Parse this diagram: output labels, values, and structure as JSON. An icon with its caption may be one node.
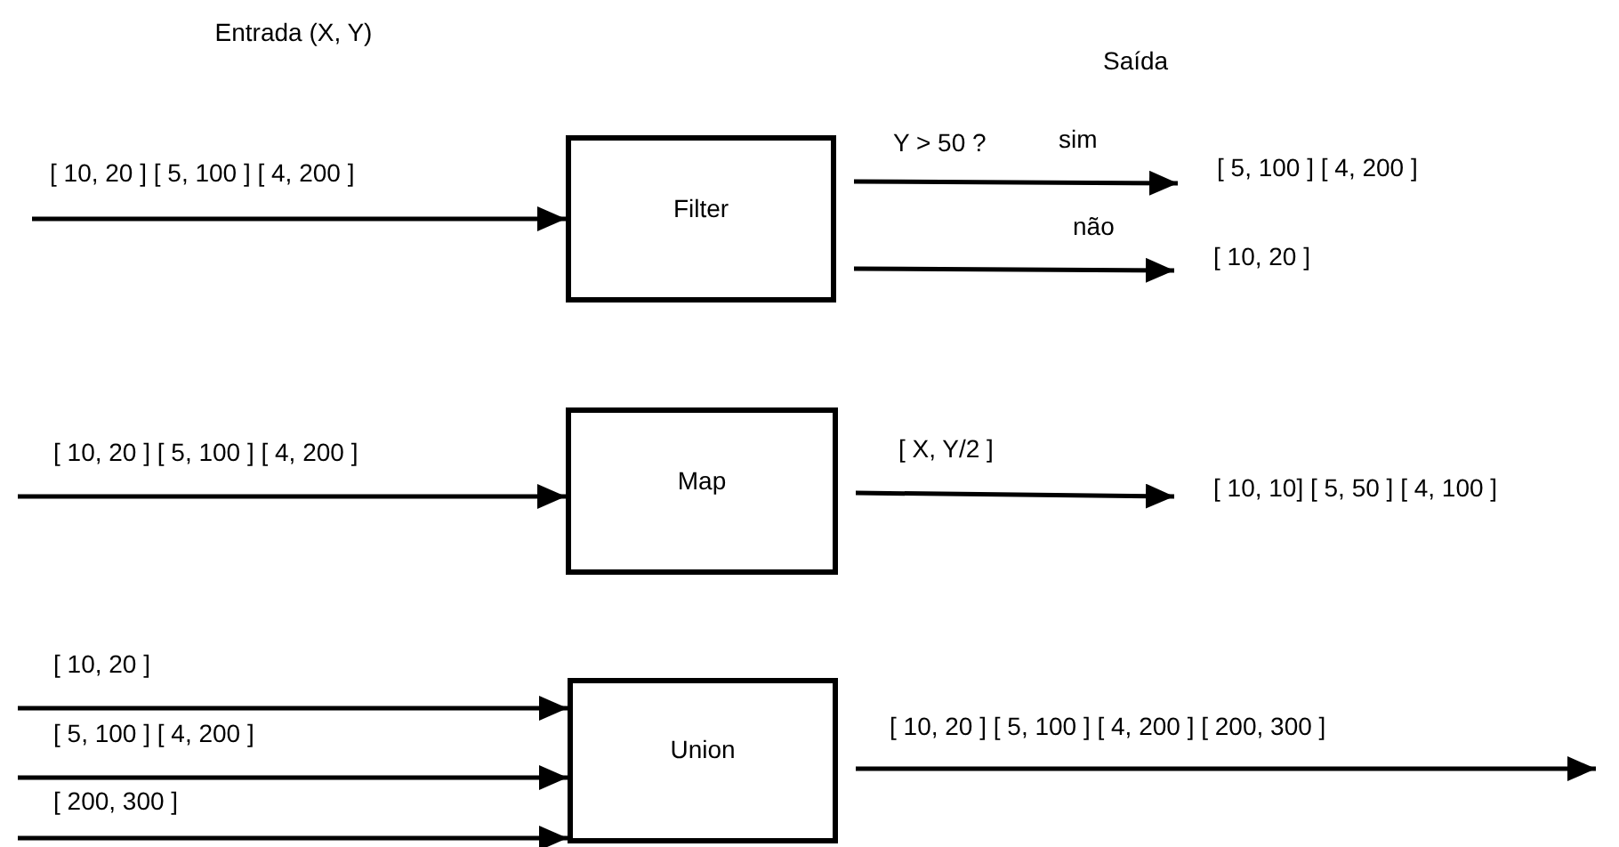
{
  "diagram": {
    "nodes": [
      {
        "text": [
          "Filter"
        ]
      },
      {
        "text": [
          "Map"
        ]
      },
      {
        "text": [
          "Union"
        ]
      },
      {
        "text": [
          "[ 5, 100 ] [ 4, 200 ]"
        ]
      },
      {
        "text": [
          "[ 10, 20 ]"
        ]
      },
      {
        "text": [
          "[ 10, 10] [ 5, 50 ] [ 4, 100 ]"
        ]
      }
    ],
    "edges": [
      {
        "from": null,
        "to": 0,
        "arrow": "to",
        "label": "[ 10, 20 ] [ 5, 100 ] [ 4, 200 ]"
      },
      {
        "from": 0,
        "to": 3,
        "arrow": "to",
        "label": "sim"
      },
      {
        "from": 0,
        "to": 4,
        "arrow": "to",
        "label": "não"
      },
      {
        "from": null,
        "to": 1,
        "arrow": "to",
        "label": "[ 10, 20 ] [ 5, 100 ] [ 4, 200 ]"
      },
      {
        "from": 1,
        "to": 5,
        "arrow": "to",
        "label": "[ X, Y/2 ]"
      },
      {
        "from": null,
        "to": 2,
        "arrow": "to",
        "label": "[ 10, 20 ]"
      },
      {
        "from": null,
        "to": 2,
        "arrow": "to",
        "label": "[ 5, 100 ] [ 4, 200 ]"
      },
      {
        "from": null,
        "to": 2,
        "arrow": "to",
        "label": "[ 200, 300 ]"
      },
      {
        "from": 2,
        "to": null,
        "arrow": "to",
        "label": "[ 10, 20 ] [ 5, 100 ] [ 4, 200 ] [ 200, 300 ]"
      }
    ],
    "labels": [
      "Entrada (X, Y)",
      "Saída",
      "Y > 50 ?"
    ]
  }
}
